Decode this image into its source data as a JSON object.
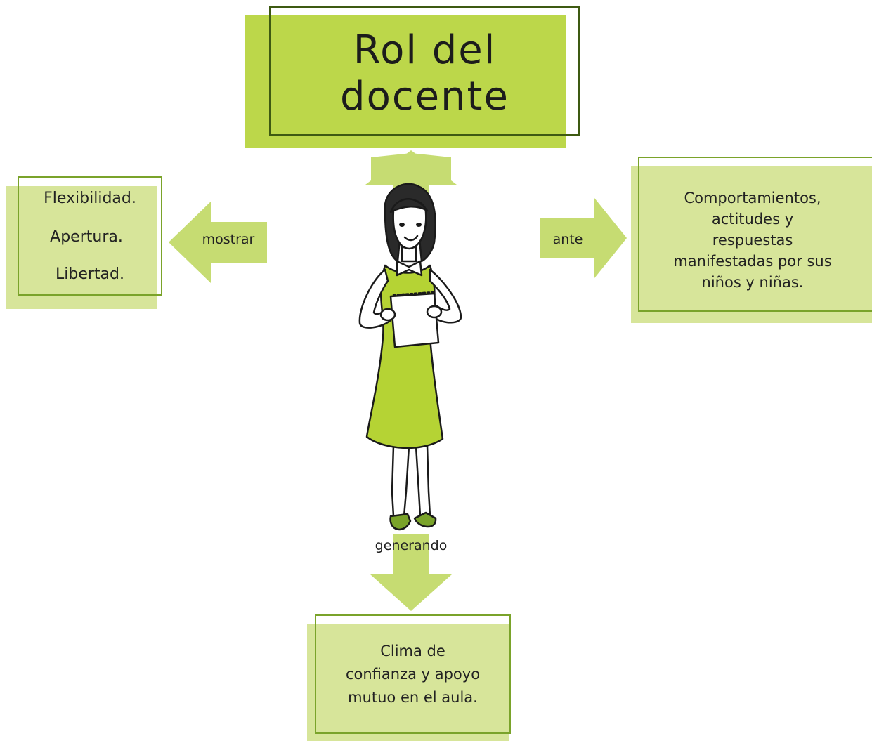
{
  "title": {
    "line1": "Rol del",
    "line2": "docente"
  },
  "left_box": {
    "items": [
      "Flexibilidad.",
      "Apertura.",
      "Libertad."
    ]
  },
  "left_arrow": {
    "label": "mostrar"
  },
  "right_arrow": {
    "label": "ante"
  },
  "right_box": {
    "lines": [
      "Comportamientos,",
      "actitudes y",
      "respuestas",
      "manifestadas por sus",
      "niños y niñas."
    ]
  },
  "down_arrow": {
    "label": "generando"
  },
  "bottom_box": {
    "lines": [
      "Clima de",
      "confianza y apoyo",
      "mutuo en el aula."
    ]
  },
  "colors": {
    "green_dark": "#bcd74a",
    "green_light": "#d7e59a",
    "arrow_green": "#c6dc72",
    "dress_green": "#b5d334",
    "title_border": "#3e5a12"
  },
  "icons": {
    "center": "teacher-illustration"
  }
}
